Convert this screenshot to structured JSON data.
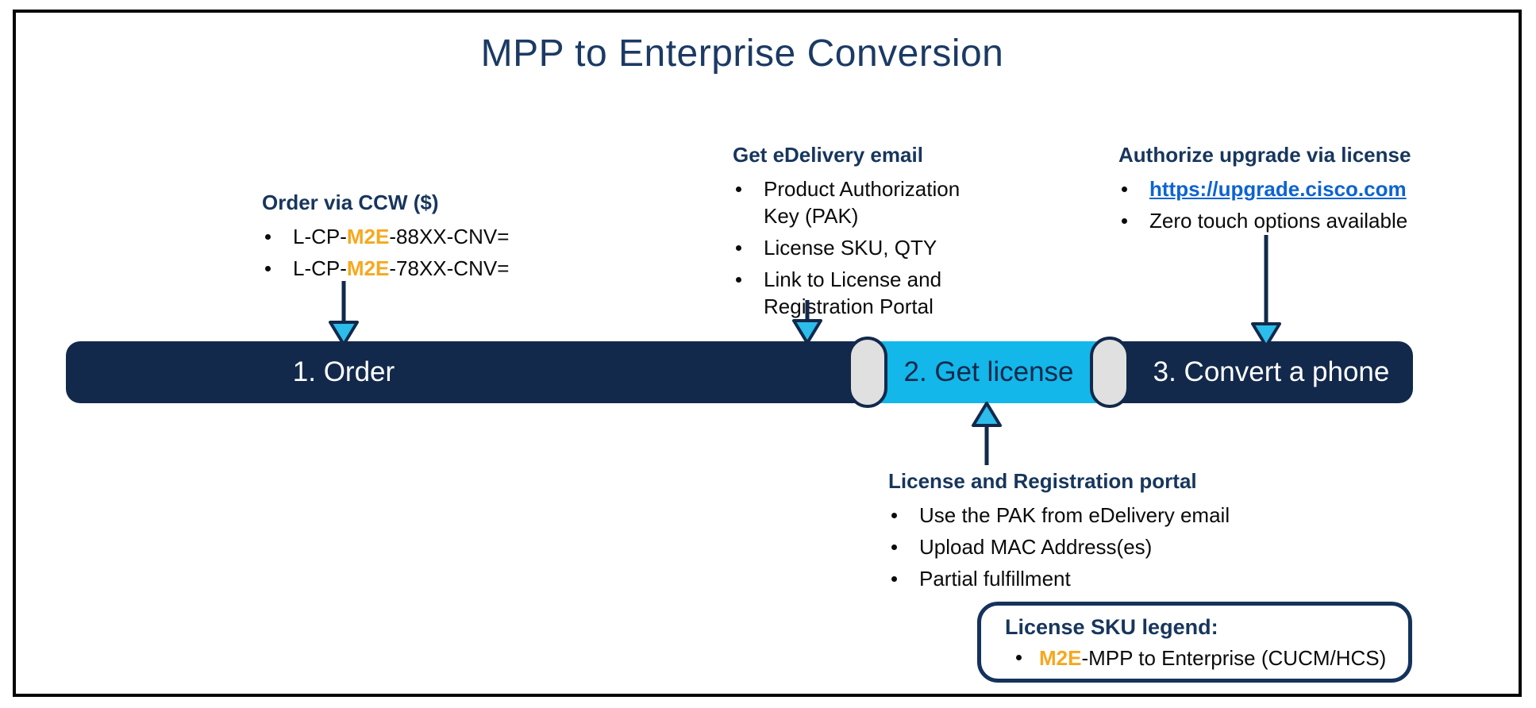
{
  "title": "MPP to Enterprise Conversion",
  "annotations": {
    "order": {
      "title": "Order via CCW ($)",
      "items": [
        {
          "prefix": "L-CP-",
          "highlight": "M2E",
          "suffix": "-88XX-CNV="
        },
        {
          "prefix": "L-CP-",
          "highlight": "M2E",
          "suffix": "-78XX-CNV="
        }
      ]
    },
    "edelivery": {
      "title": "Get eDelivery email",
      "items": [
        {
          "text": "Product Authorization Key (PAK)"
        },
        {
          "text": "License SKU, QTY"
        },
        {
          "text": "Link to License and Registration Portal"
        }
      ]
    },
    "authorize": {
      "title": "Authorize upgrade via license",
      "items": [
        {
          "text": "https://upgrade.cisco.com"
        },
        {
          "text": "Zero touch options available"
        }
      ]
    },
    "portal": {
      "title": "License and Registration portal",
      "items": [
        {
          "text": "Use the PAK from eDelivery email"
        },
        {
          "text": "Upload MAC Address(es)"
        },
        {
          "text": "Partial fulfillment"
        }
      ]
    }
  },
  "timeline": {
    "steps": [
      {
        "label": "1. Order"
      },
      {
        "label": "2. Get license"
      },
      {
        "label": "3. Convert a phone"
      }
    ]
  },
  "legend": {
    "title": "License SKU legend:",
    "item": {
      "highlight": "M2E",
      "suffix": "-MPP to Enterprise (CUCM/HCS)"
    }
  },
  "colors": {
    "bar_navy": "#12294b",
    "header_navy": "#17365d",
    "cyan": "#13b7e9",
    "orange_highlight": "#f7a81e",
    "link_blue": "#0d63d1",
    "pill_gray": "#e0e0e0"
  }
}
